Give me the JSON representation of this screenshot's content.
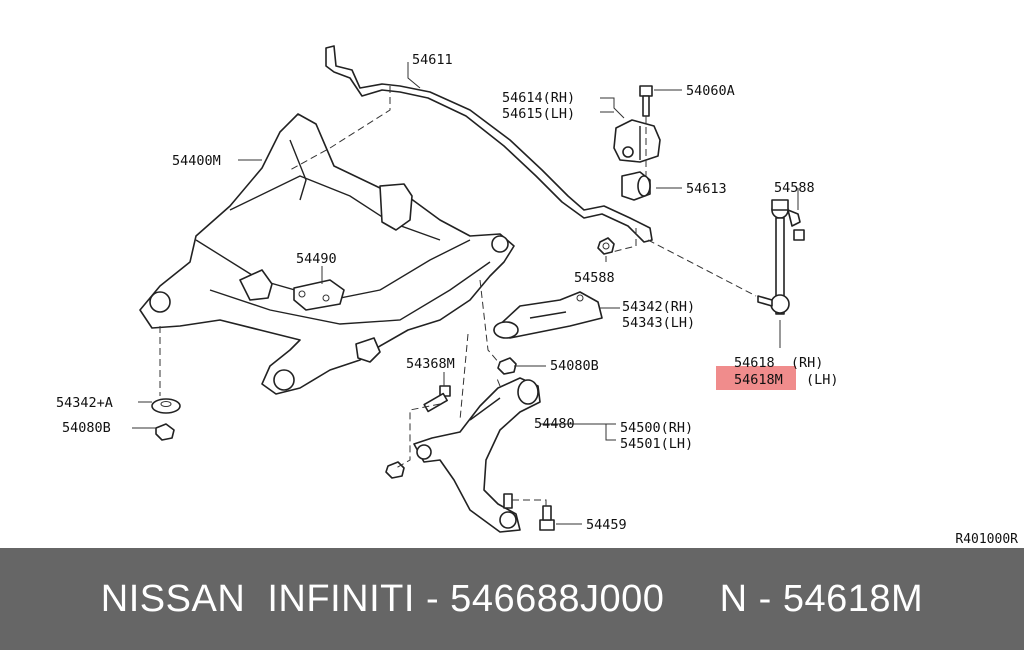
{
  "labels": {
    "p54611": "54611",
    "p54614": "54614(RH)",
    "p54615": "54615(LH)",
    "p54060a": "54060A",
    "p54400m": "54400M",
    "p54613": "54613",
    "p54588a": "54588",
    "p54490": "54490",
    "p54588b": "54588",
    "p54342": "54342(RH)",
    "p54343": "54343(LH)",
    "p54368m": "54368M",
    "p54080b": "54080B",
    "p54618": "54618  (RH)",
    "p54618m": "54618M",
    "p54618m_side": "(LH)",
    "p54342a": "54342+A",
    "p54080b2": "54080B",
    "p54480": "54480",
    "p54500": "54500(RH)",
    "p54501": "54501(LH)",
    "p54459": "54459"
  },
  "reference_code": "R401000R",
  "footer": {
    "text": "NISSAN  INFINITI - 546688J000     N - 54618M"
  },
  "colors": {
    "highlight": "#f08c8c",
    "footer_bg": "#666666"
  }
}
